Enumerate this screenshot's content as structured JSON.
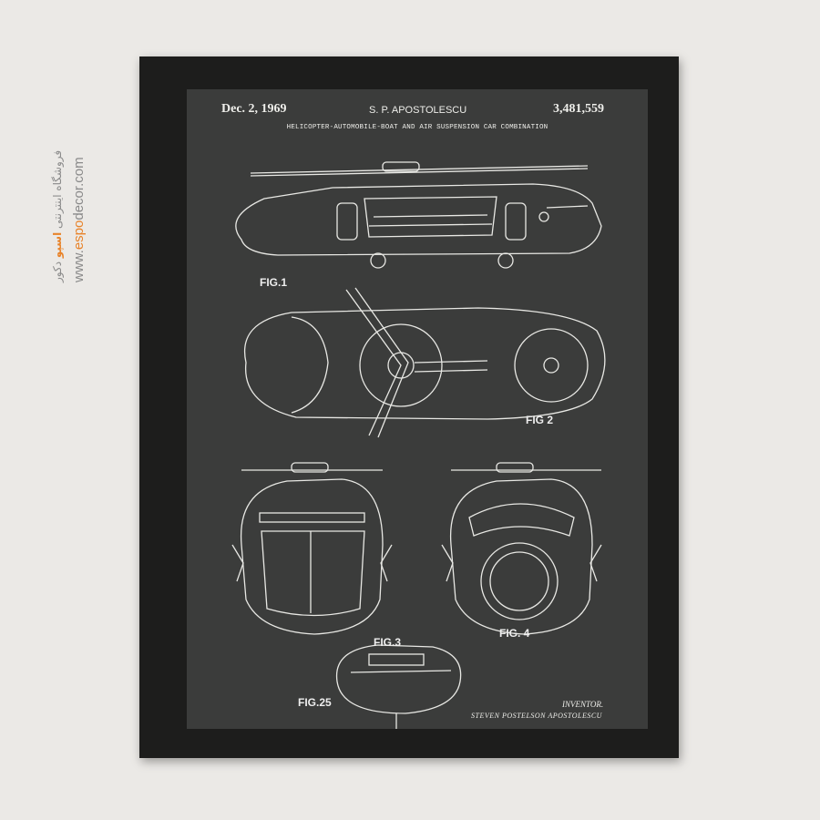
{
  "watermark": {
    "url_prefix": "www.",
    "url_brand": "espo",
    "url_suffix": "decor.com",
    "fa_prefix": "فروشگاه اینترنتی ",
    "fa_brand": "اسپو",
    "fa_suffix": " دکور"
  },
  "poster": {
    "date": "Dec. 2, 1969",
    "author": "S. P. APOSTOLESCU",
    "patent_no": "3,481,559",
    "title": "HELICOPTER-AUTOMOBILE-BOAT AND AIR SUSPENSION CAR COMBINATION",
    "figures": [
      "FIG.1",
      "FIG 2",
      "FIG.3",
      "FIG. 4",
      "FIG.25"
    ],
    "inventor_label": "INVENTOR.",
    "inventor_name": "STEVEN POSTELSON APOSTOLESCU"
  },
  "colors": {
    "background": "#ebe9e6",
    "frame": "#1d1d1c",
    "poster": "#3b3c3b",
    "accent": "#e8832a"
  }
}
